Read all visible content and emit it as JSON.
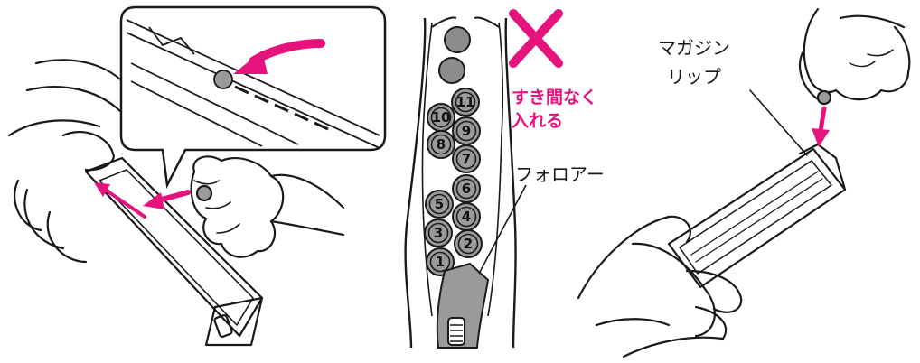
{
  "labels": {
    "no_gap_line1": "すき間なく",
    "no_gap_line2": "入れる",
    "follower": "フォロアー",
    "magazine_lip_line1": "マガジン",
    "magazine_lip_line2": "リップ"
  },
  "balls": [
    "1",
    "2",
    "3",
    "4",
    "5",
    "6",
    "7",
    "8",
    "9",
    "10",
    "11"
  ],
  "colors": {
    "accent": "#e6137d",
    "ink": "#1a1a1a",
    "ball_fill": "#9a9a9a",
    "empty_ball_fill": "#8c8c8c"
  },
  "icons": {
    "wrong_mark": "x-mark-icon"
  }
}
